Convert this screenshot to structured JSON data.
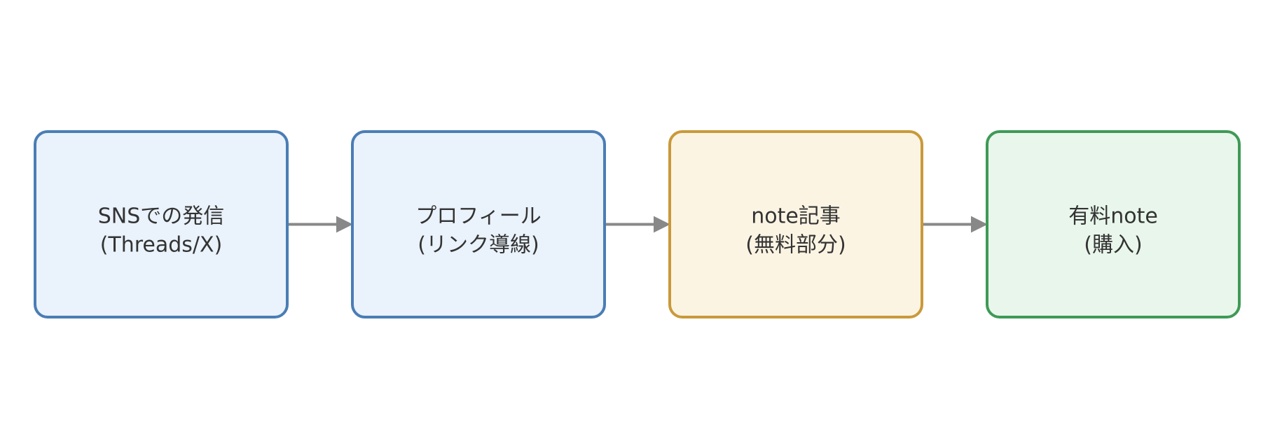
{
  "diagram": {
    "colors": {
      "arrow": "#888888",
      "text": "#333333"
    },
    "nodes": [
      {
        "id": "sns",
        "line1": "SNSでの発信",
        "line2": "(Threads/X)",
        "fill": "#EAF2FB",
        "stroke": "#4A7DB5"
      },
      {
        "id": "profile",
        "line1": "プロフィール",
        "line2": "(リンク導線)",
        "fill": "#EAF2FB",
        "stroke": "#4A7DB5"
      },
      {
        "id": "note-free",
        "line1": "note記事",
        "line2": "(無料部分)",
        "fill": "#FCF4E3",
        "stroke": "#C99A3A"
      },
      {
        "id": "note-paid",
        "line1": "有料note",
        "line2": "(購入)",
        "fill": "#E9F6EC",
        "stroke": "#3E9A56"
      }
    ],
    "edges": [
      {
        "from": "sns",
        "to": "profile"
      },
      {
        "from": "profile",
        "to": "note-free"
      },
      {
        "from": "note-free",
        "to": "note-paid"
      }
    ]
  }
}
